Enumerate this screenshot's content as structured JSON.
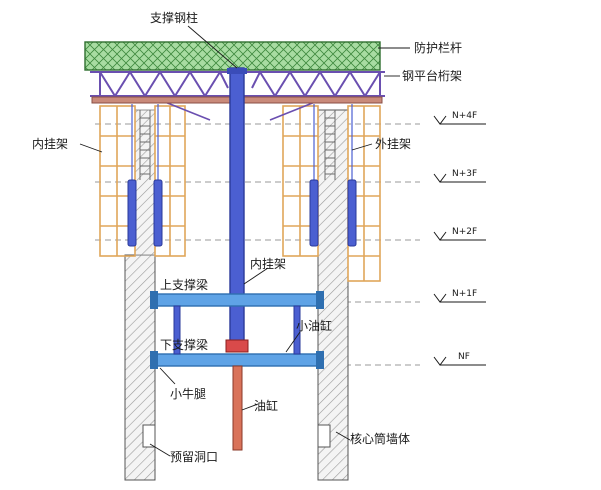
{
  "labels": {
    "support_column": "支撑钢柱",
    "guard_rail": "防护栏杆",
    "steel_platform_truss": "钢平台桁架",
    "inner_frame_left": "内挂架",
    "outer_frame": "外挂架",
    "inner_frame_center": "内挂架",
    "upper_beam": "上支撑梁",
    "small_cylinder": "小油缸",
    "lower_beam": "下支撑梁",
    "corbel": "小牛腿",
    "cylinder": "油缸",
    "core_wall": "核心筒墙体",
    "reserved_hole": "预留洞口"
  },
  "levels": {
    "n4": "N+4F",
    "n3": "N+3F",
    "n2": "N+2F",
    "n1": "N+1F",
    "n0": "NF"
  },
  "colors": {
    "column_blue": "#4b5fd1",
    "truss_purple": "#6a4fb0",
    "guard_green": "#8fcf8a",
    "beam_blue": "#5fa3e6",
    "wall_fill": "#f2f2f2",
    "scaffold_orange": "#e0a65a",
    "cylinder_red": "#d9735a"
  }
}
